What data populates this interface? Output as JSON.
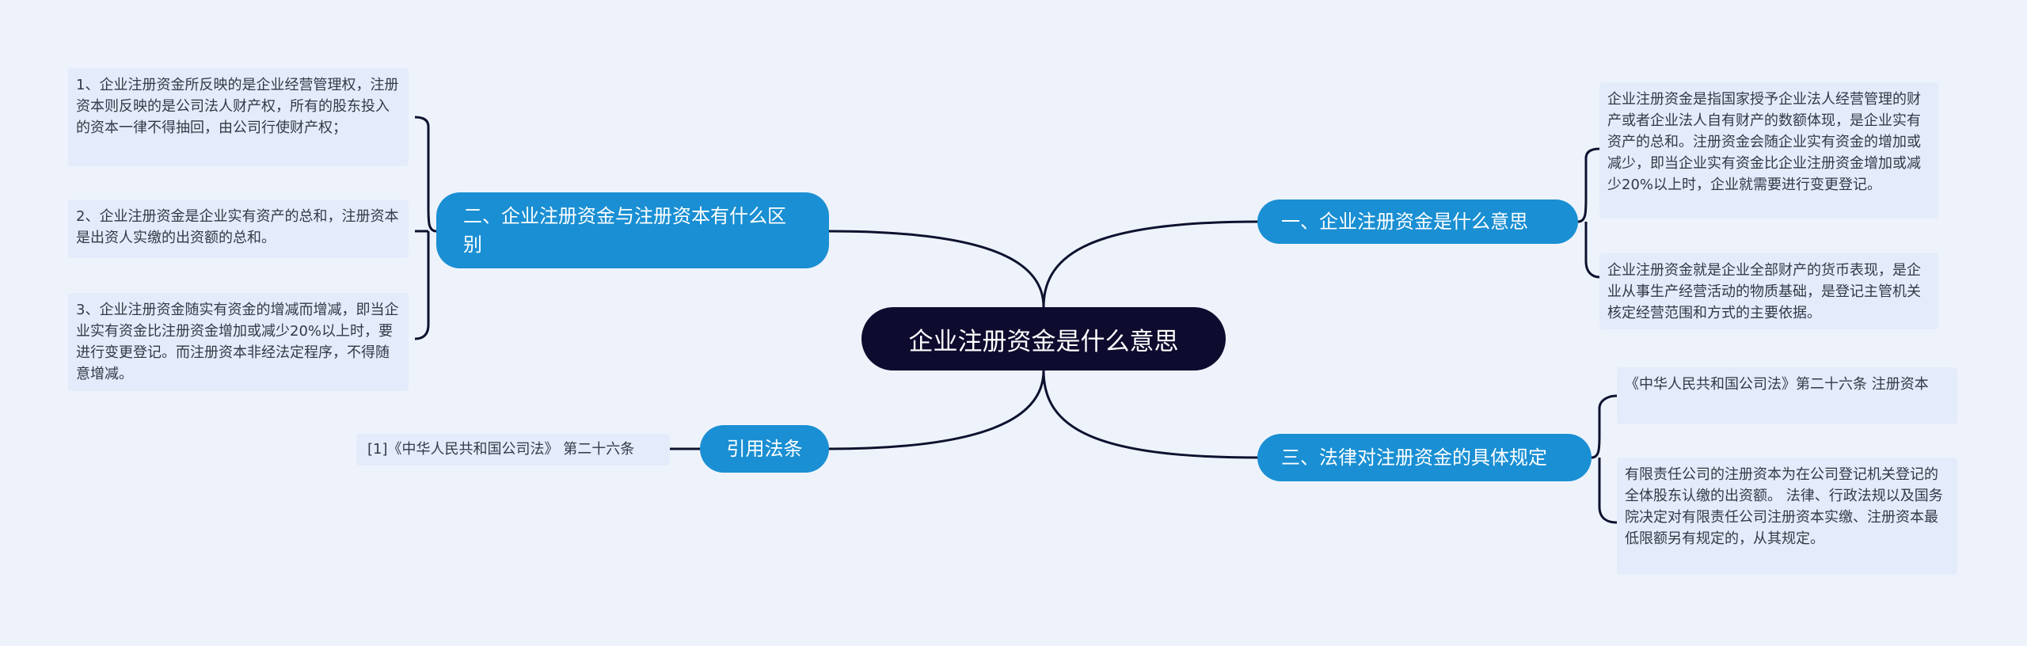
{
  "root": {
    "label": "企业注册资金是什么意思"
  },
  "branches": {
    "b1": {
      "label": "一、企业注册资金是什么意思",
      "leaves": [
        "企业注册资金是指国家授予企业法人经营管理的财产或者企业法人自有财产的数额体现，是企业实有资产的总和。注册资金会随企业实有资金的增加或减少，即当企业实有资金比企业注册资金增加或减少20%以上时，企业就需要进行变更登记。",
        "企业注册资金就是企业全部财产的货币表现，是企业从事生产经营活动的物质基础，是登记主管机关核定经营范围和方式的主要依据。"
      ]
    },
    "b2": {
      "label": "二、企业注册资金与注册资本有什么区别",
      "leaves": [
        "1、企业注册资金所反映的是企业经营管理权，注册资本则反映的是公司法人财产权，所有的股东投入的资本一律不得抽回，由公司行使财产权；",
        "2、企业注册资金是企业实有资产的总和，注册资本是出资人实缴的出资额的总和。",
        "3、企业注册资金随实有资金的增减而增减，即当企业实有资金比注册资金增加或减少20%以上时，要进行变更登记。而注册资本非经法定程序，不得随意增减。"
      ]
    },
    "b3": {
      "label": "三、法律对注册资金的具体规定",
      "leaves": [
        "《中华人民共和国公司法》第二十六条 注册资本",
        "有限责任公司的注册资本为在公司登记机关登记的全体股东认缴的出资额。 法律、行政法规以及国务院决定对有限责任公司注册资本实缴、注册资本最低限额另有规定的，从其规定。"
      ]
    },
    "b4": {
      "label": "引用法条",
      "leaves": [
        "[1]《中华人民共和国公司法》 第二十六条"
      ]
    }
  }
}
